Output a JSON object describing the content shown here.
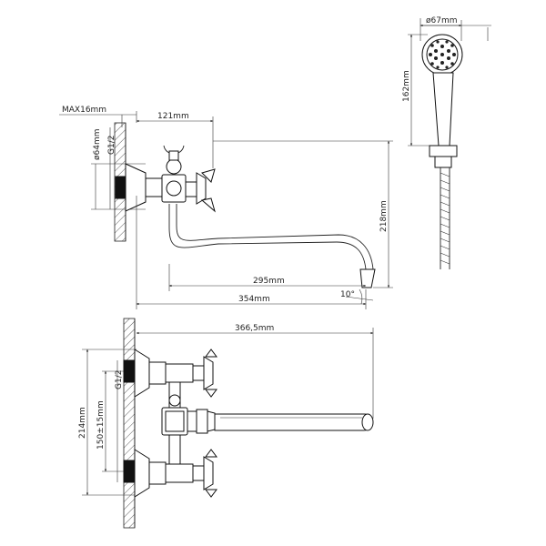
{
  "dimensions": {
    "max_wall": "MAX16mm",
    "diameter_64": "ø64mm",
    "thread": "G1/2",
    "d121": "121mm",
    "d218": "218mm",
    "d295": "295mm",
    "d354": "354mm",
    "angle": "10°",
    "diameter_67": "ø67mm",
    "d162": "162mm",
    "d366": "366,5mm",
    "d214": "214mm",
    "d150": "150±15mm"
  }
}
